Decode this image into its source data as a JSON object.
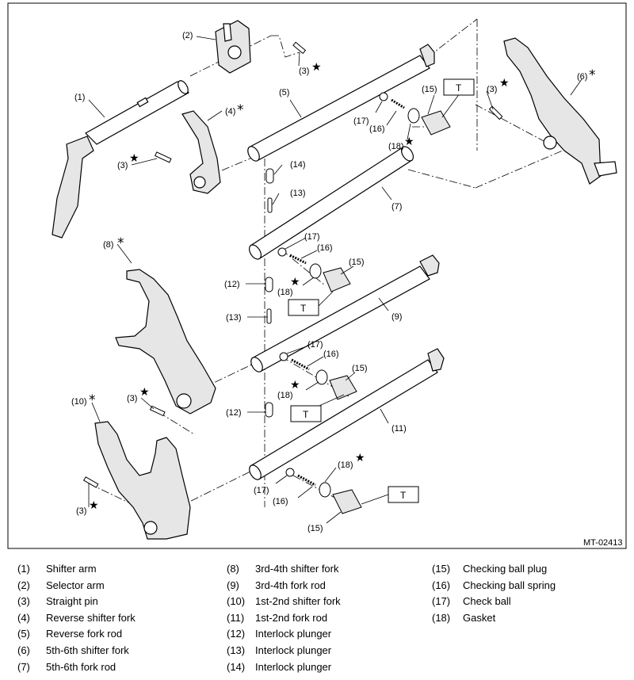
{
  "figure": {
    "code": "MT-02413",
    "torque_mark": "T",
    "star_mark": "★",
    "asterisk_mark": "*",
    "callouts": {
      "c1": "(1)",
      "c2": "(2)",
      "c3a": "(3)",
      "c3b": "(3)",
      "c3c": "(3)",
      "c3d": "(3)",
      "c4": "(4)",
      "c5": "(5)",
      "c6": "(6)",
      "c7": "(7)",
      "c8": "(8)",
      "c9": "(9)",
      "c10": "(10)",
      "c11": "(11)",
      "c12a": "(12)",
      "c12b": "(12)",
      "c13a": "(13)",
      "c13b": "(13)",
      "c14": "(14)",
      "c15a": "(15)",
      "c15b": "(15)",
      "c15c": "(15)",
      "c15d": "(15)",
      "c16a": "(16)",
      "c16b": "(16)",
      "c16c": "(16)",
      "c16d": "(16)",
      "c17a": "(17)",
      "c17b": "(17)",
      "c17c": "(17)",
      "c17d": "(17)",
      "c18a": "(18)",
      "c18b": "(18)",
      "c18c": "(18)",
      "c18d": "(18)"
    }
  },
  "legend": {
    "columns": [
      [
        {
          "num": "(1)",
          "text": "Shifter arm"
        },
        {
          "num": "(2)",
          "text": "Selector arm"
        },
        {
          "num": "(3)",
          "text": "Straight pin"
        },
        {
          "num": "(4)",
          "text": "Reverse shifter fork"
        },
        {
          "num": "(5)",
          "text": "Reverse fork rod"
        },
        {
          "num": "(6)",
          "text": "5th-6th shifter fork"
        },
        {
          "num": "(7)",
          "text": "5th-6th fork rod"
        }
      ],
      [
        {
          "num": "(8)",
          "text": "3rd-4th shifter fork"
        },
        {
          "num": "(9)",
          "text": "3rd-4th fork rod"
        },
        {
          "num": "(10)",
          "text": "1st-2nd shifter fork"
        },
        {
          "num": "(11)",
          "text": "1st-2nd fork rod"
        },
        {
          "num": "(12)",
          "text": "Interlock plunger"
        },
        {
          "num": "(13)",
          "text": "Interlock plunger"
        },
        {
          "num": "(14)",
          "text": "Interlock plunger"
        }
      ],
      [
        {
          "num": "(15)",
          "text": "Checking ball plug"
        },
        {
          "num": "(16)",
          "text": "Checking ball spring"
        },
        {
          "num": "(17)",
          "text": "Check ball"
        },
        {
          "num": "(18)",
          "text": "Gasket"
        }
      ]
    ]
  }
}
